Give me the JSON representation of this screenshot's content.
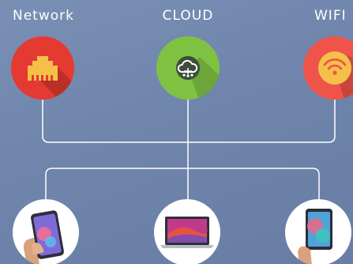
{
  "nodes": {
    "network": {
      "label": "Network",
      "icon": "ethernet-port-icon",
      "color": "#e53a32"
    },
    "cloud": {
      "label": "CLOUD",
      "icon": "cloud-network-icon",
      "color": "#7fc242"
    },
    "wifi": {
      "label": "WIFI",
      "icon": "wifi-icon",
      "color": "#ef5349"
    }
  },
  "devices": [
    {
      "icon": "smartphone-in-hand-icon"
    },
    {
      "icon": "laptop-icon"
    },
    {
      "icon": "tablet-icon"
    }
  ],
  "colors": {
    "background": "#7287ad",
    "connector": "#ffffff"
  }
}
